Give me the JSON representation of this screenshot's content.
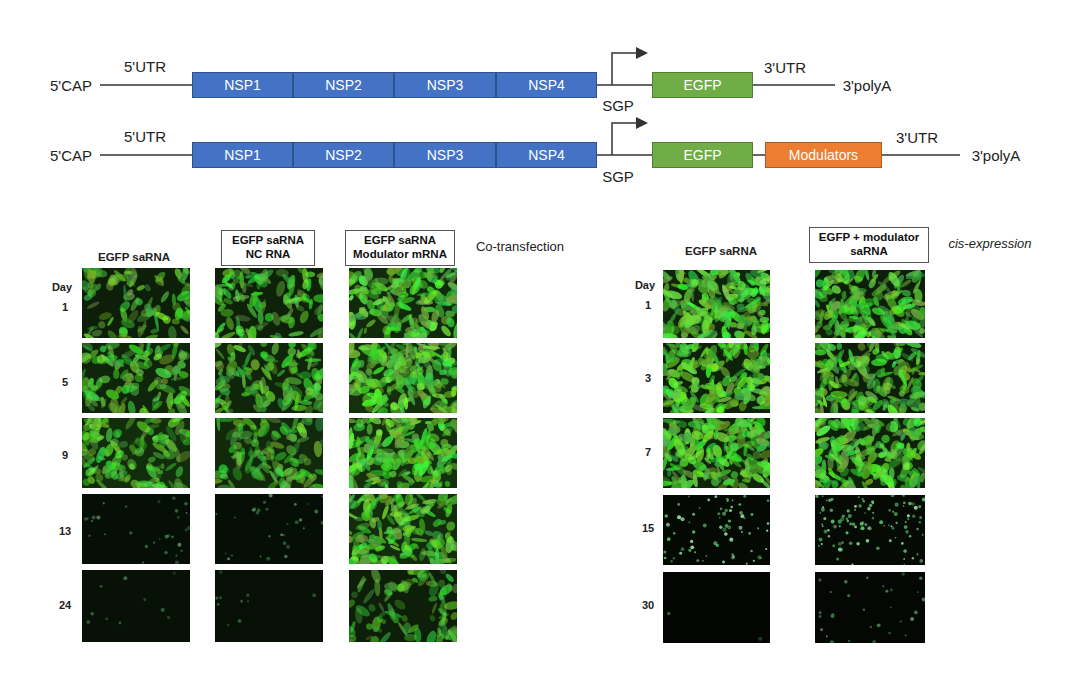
{
  "diagram": {
    "nodes": [
      {
        "text": [
          "NSP1"
        ]
      },
      {
        "text": [
          "NSP2"
        ]
      },
      {
        "text": [
          "NSP3"
        ]
      },
      {
        "text": [
          "NSP4"
        ]
      },
      {
        "text": [
          "EGFP"
        ]
      },
      {
        "text": [
          "NSP1"
        ]
      },
      {
        "text": [
          "NSP2"
        ]
      },
      {
        "text": [
          "NSP3"
        ]
      },
      {
        "text": [
          "NSP4"
        ]
      },
      {
        "text": [
          "EGFP"
        ]
      },
      {
        "text": [
          "Modulators"
        ]
      },
      {
        "text": [
          "EGFP saRNA NC RNA"
        ]
      },
      {
        "text": [
          "EGFP saRNA Modulator mRNA"
        ]
      },
      {
        "text": [
          "EGFP + modulator saRNA"
        ]
      }
    ],
    "edges": [
      {
        "from": 3,
        "to": 4,
        "arrow": "none"
      },
      {
        "from": 8,
        "to": 9,
        "arrow": "none"
      },
      {
        "from": 9,
        "to": 10,
        "arrow": "none"
      }
    ],
    "labels": [
      "5'CAP",
      "5'UTR",
      "SGP",
      "3'UTR",
      "3'polyA",
      "5'CAP",
      "5'UTR",
      "SGP",
      "3'UTR",
      "3'polyA",
      "EGFP saRNA",
      "Co-transfection",
      "Day",
      "1",
      "5",
      "9",
      "13",
      "24",
      "EGFP saRNA",
      "cis-expression",
      "Day",
      "1",
      "3",
      "7",
      "15",
      "30"
    ]
  }
}
